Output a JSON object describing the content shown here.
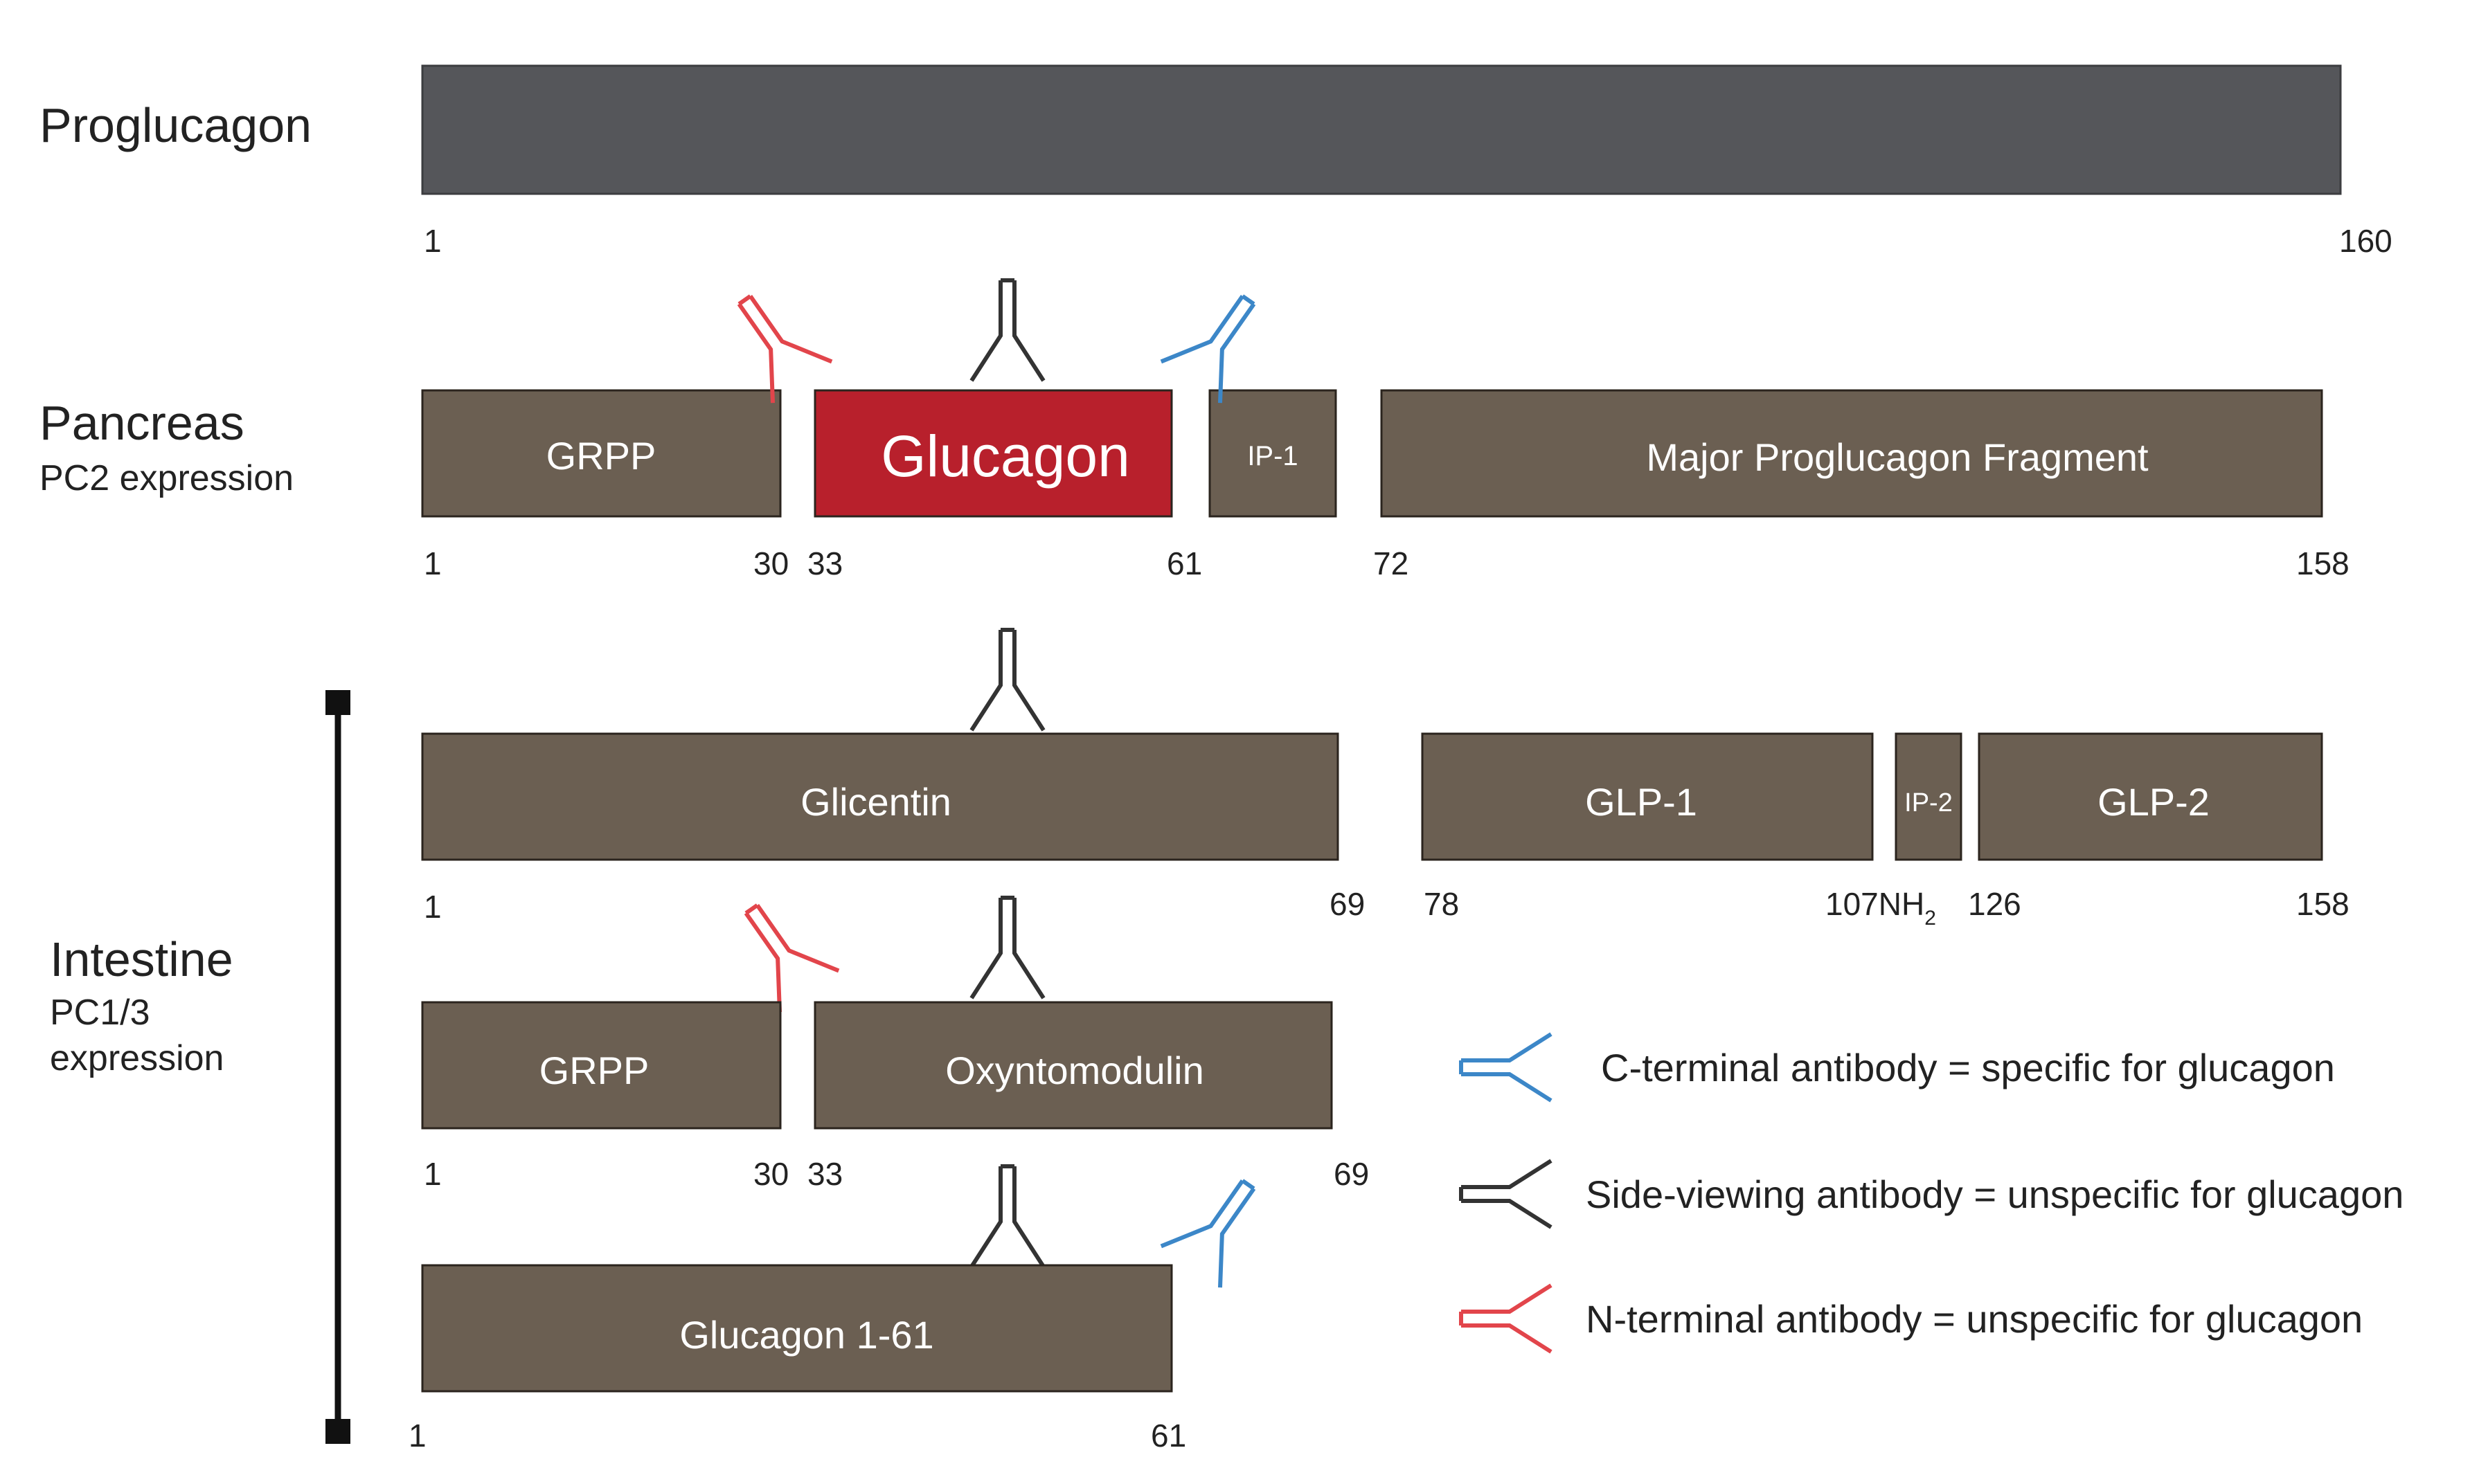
{
  "rows": {
    "proglucagon": {
      "title": "Proglucagon",
      "start": "1",
      "end": "160"
    },
    "pancreas": {
      "title": "Pancreas",
      "subtitle": "PC2 expression",
      "segments": {
        "grpp": "GRPP",
        "glucagon": "Glucagon",
        "ip1": "IP-1",
        "mpgf": "Major Proglucagon Fragment"
      },
      "numbers": {
        "n1": "1",
        "n30": "30",
        "n33": "33",
        "n61": "61",
        "n72": "72",
        "n158": "158"
      }
    },
    "intestine": {
      "title": "Intestine",
      "subtitle_line1": "PC1/3",
      "subtitle_line2": "expression",
      "row_a": {
        "segments": {
          "glicentin": "Glicentin",
          "glp1": "GLP-1",
          "ip2": "IP-2",
          "glp2": "GLP-2"
        },
        "numbers": {
          "n1": "1",
          "n69": "69",
          "n78": "78",
          "n107": "107NH",
          "n107_sub": "2",
          "n126": "126",
          "n158": "158"
        }
      },
      "row_b": {
        "segments": {
          "grpp": "GRPP",
          "oxyntomodulin": "Oxyntomodulin"
        },
        "numbers": {
          "n1": "1",
          "n30": "30",
          "n33": "33",
          "n69": "69"
        }
      },
      "row_c": {
        "segments": {
          "glucagon_1_61": "Glucagon 1-61"
        },
        "numbers": {
          "n1": "1",
          "n61": "61"
        }
      }
    }
  },
  "legend": {
    "c_terminal": "C-terminal antibody = specific for glucagon",
    "side_viewing": "Side-viewing antibody = unspecific for glucagon",
    "n_terminal": "N-terminal antibody = unspecific for glucagon"
  },
  "colors": {
    "proglucagon_bar": "#55565a",
    "segment_fill": "#6b5f52",
    "glucagon_fill": "#b8202c",
    "antibody_blue": "#3c87c8",
    "antibody_black": "#333333",
    "antibody_red": "#e2454b"
  },
  "icons": {
    "antibody_c_terminal": "blue-antibody-icon",
    "antibody_side_viewing": "black-antibody-icon",
    "antibody_n_terminal": "red-antibody-icon"
  }
}
